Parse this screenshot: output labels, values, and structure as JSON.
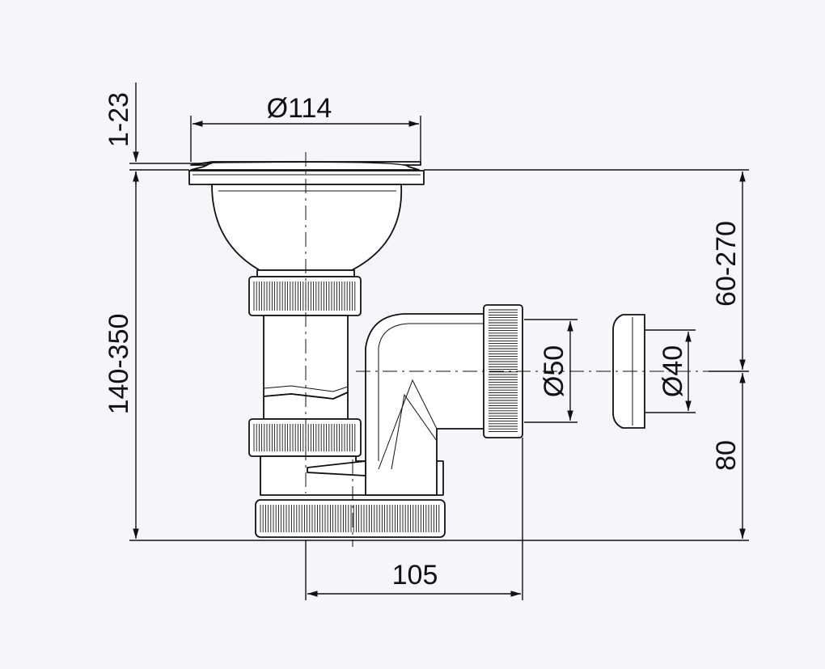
{
  "dimensions": {
    "diameter_top": "Ø114",
    "flange_height": "1-23",
    "total_height": "140-350",
    "upper_height": "60-270",
    "lower_height": "80",
    "outlet_diameter": "Ø50",
    "adapter_diameter": "Ø40",
    "horizontal_offset": "105"
  },
  "colors": {
    "background": "#f5f6fa",
    "line": "#111111",
    "fill": "#ffffff"
  }
}
